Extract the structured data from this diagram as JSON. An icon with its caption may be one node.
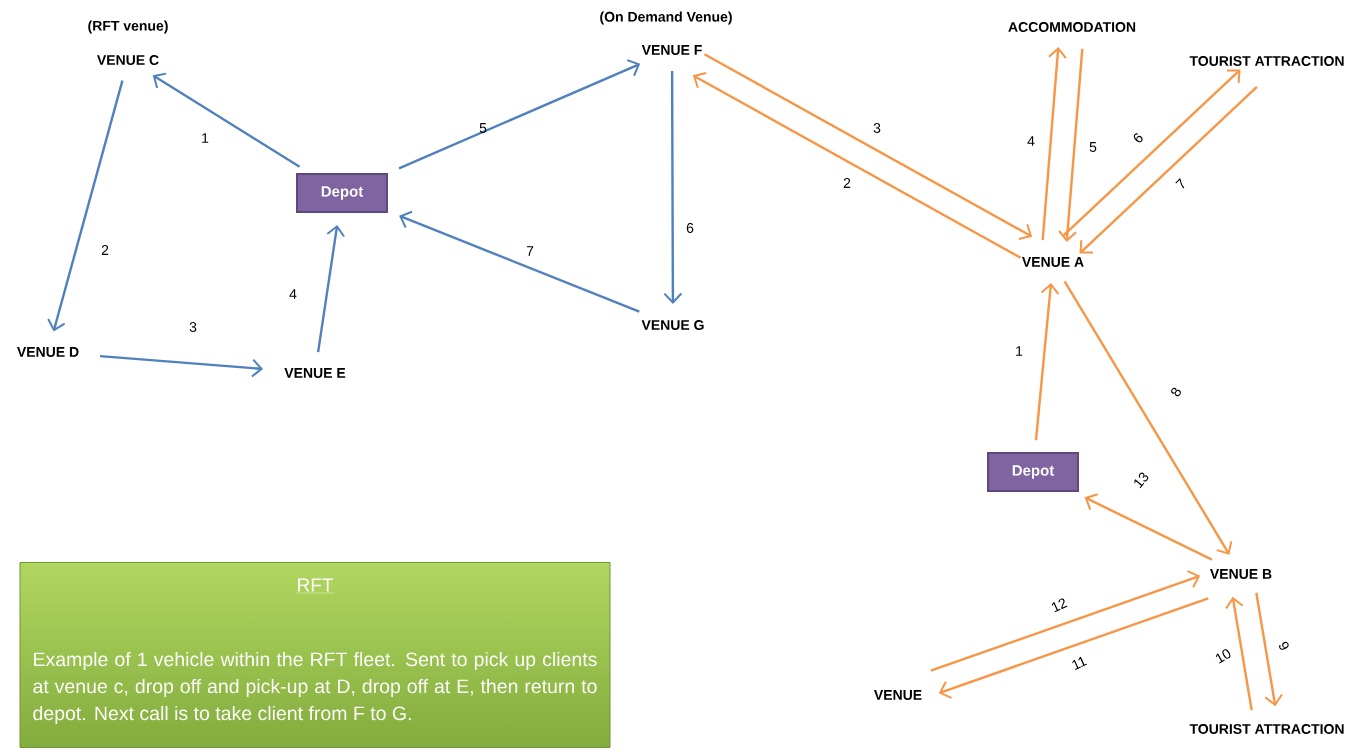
{
  "diagram": {
    "nodes": [
      {
        "text": [
          "VENUE  C"
        ],
        "beside": [
          "(RFT venue)"
        ]
      },
      {
        "text": [
          "Depot"
        ]
      },
      {
        "text": [
          "VENUE  D"
        ]
      },
      {
        "text": [
          "VENUE  E"
        ]
      },
      {
        "text": [
          "VENUE  F"
        ],
        "beside": [
          "(On Demand Venue)"
        ]
      },
      {
        "text": [
          "VENUE  G"
        ]
      },
      {
        "text": [
          "ACCOMMODATION"
        ]
      },
      {
        "text": [
          "TOURIST ATTRACTION"
        ]
      },
      {
        "text": [
          "VENUE  A"
        ]
      },
      {
        "text": [
          "Depot"
        ]
      },
      {
        "text": [
          "VENUE  B"
        ]
      },
      {
        "text": [
          "VENUE"
        ]
      },
      {
        "text": [
          "TOURIST ATTRACTION"
        ]
      },
      {
        "text": [
          "RFT",
          "Example of 1 vehicle within the RFT fleet.  Sent to pick up clients at venue c, drop off and pick-up at D, drop off at E, then return to depot. Next call is to take client from F to G."
        ]
      }
    ],
    "edges": [
      {
        "from": 1,
        "to": 0,
        "arrow": "to",
        "label": "1",
        "color": "#4f81bd"
      },
      {
        "from": 0,
        "to": 2,
        "arrow": "to",
        "label": "2",
        "color": "#4f81bd"
      },
      {
        "from": 2,
        "to": 3,
        "arrow": "to",
        "label": "3",
        "color": "#4f81bd"
      },
      {
        "from": 3,
        "to": 1,
        "arrow": "to",
        "label": "4",
        "color": "#4f81bd"
      },
      {
        "from": 1,
        "to": 4,
        "arrow": "to",
        "label": "5",
        "color": "#4f81bd"
      },
      {
        "from": 4,
        "to": 5,
        "arrow": "to",
        "label": "6",
        "color": "#4f81bd"
      },
      {
        "from": 5,
        "to": 1,
        "arrow": "to",
        "label": "7",
        "color": "#4f81bd"
      },
      {
        "from": 4,
        "to": 8,
        "arrow": "to",
        "label": "3"
      },
      {
        "from": 8,
        "to": 4,
        "arrow": "to",
        "label": "2"
      },
      {
        "from": 8,
        "to": 6,
        "arrow": "to",
        "label": "4"
      },
      {
        "from": 6,
        "to": 8,
        "arrow": "to",
        "label": "5"
      },
      {
        "from": 8,
        "to": 7,
        "arrow": "to",
        "label": "6"
      },
      {
        "from": 7,
        "to": 8,
        "arrow": "to",
        "label": "7"
      },
      {
        "from": 9,
        "to": 8,
        "arrow": "to",
        "label": "1"
      },
      {
        "from": 8,
        "to": 10,
        "arrow": "to",
        "label": "8"
      },
      {
        "from": 10,
        "to": 12,
        "arrow": "to",
        "label": "9"
      },
      {
        "from": 12,
        "to": 10,
        "arrow": "to",
        "label": "10"
      },
      {
        "from": 10,
        "to": 11,
        "arrow": "to",
        "label": "11"
      },
      {
        "from": 11,
        "to": 10,
        "arrow": "to",
        "label": "12"
      },
      {
        "from": 10,
        "to": 9,
        "arrow": "to",
        "label": "13"
      }
    ]
  }
}
